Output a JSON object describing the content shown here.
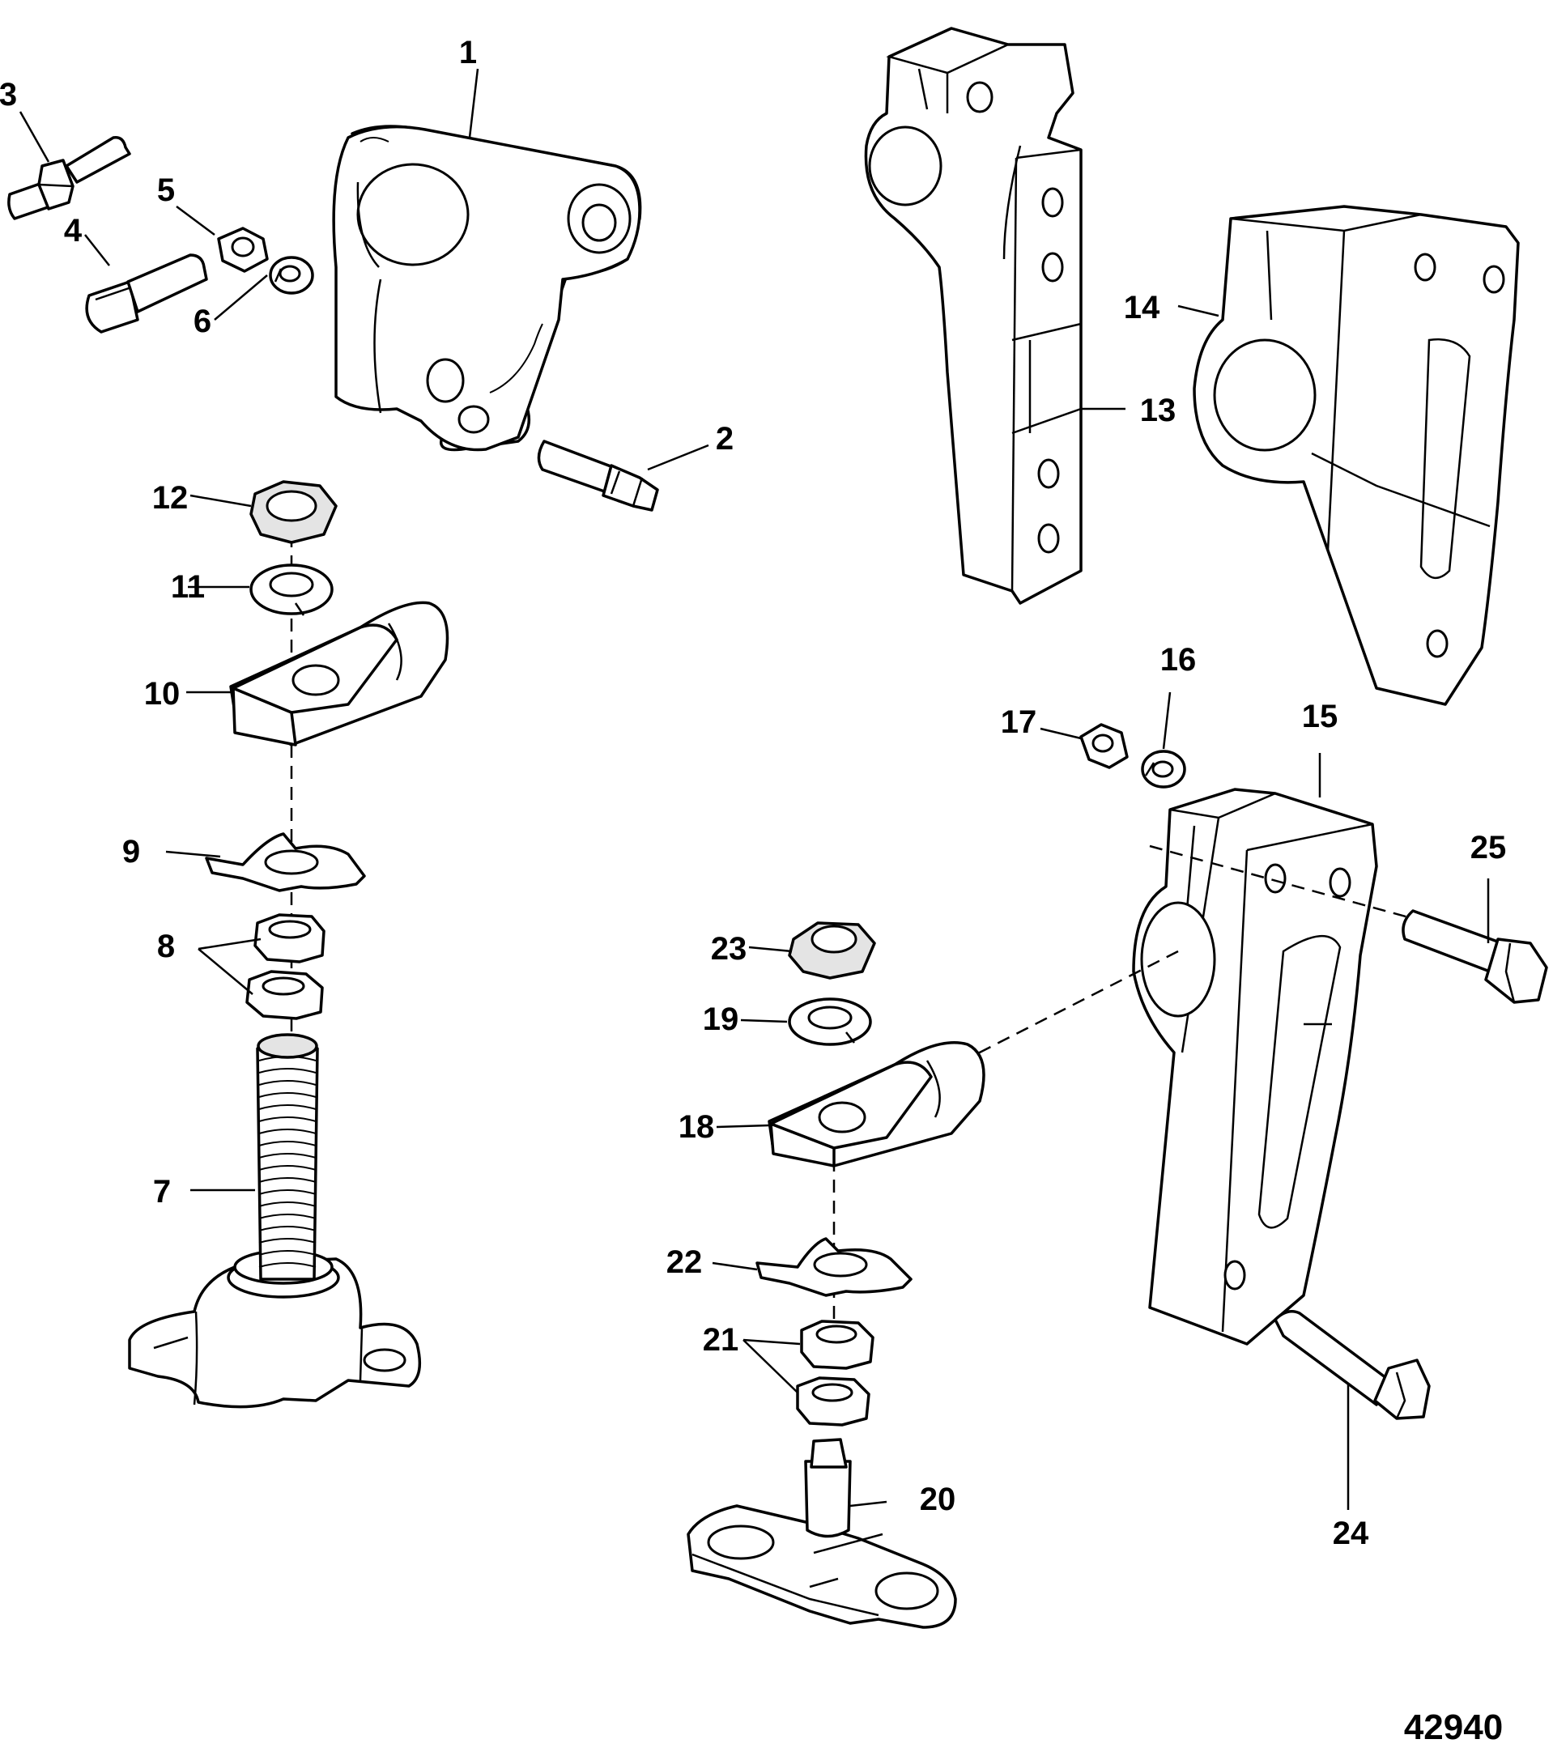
{
  "figure_id": "42940",
  "callouts": [
    "1",
    "2",
    "3",
    "4",
    "5",
    "6",
    "7",
    "8",
    "9",
    "10",
    "11",
    "12",
    "13",
    "14",
    "15",
    "16",
    "17",
    "18",
    "19",
    "20",
    "21",
    "22",
    "23",
    "24",
    "25"
  ]
}
